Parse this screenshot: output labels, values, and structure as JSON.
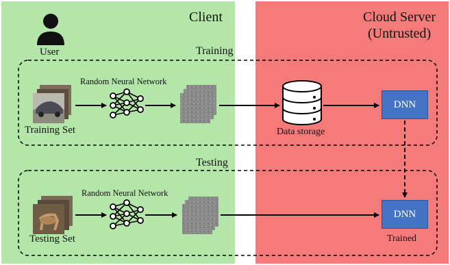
{
  "colors": {
    "client_bg": "#b3e6a8",
    "server_bg": "#f57a7a",
    "dnn_fill": "#4472c4",
    "dnn_border": "#2f528f",
    "noise": "#8a8a8a"
  },
  "client": {
    "title": "Client",
    "user_label": "User"
  },
  "server": {
    "title_line1": "Cloud Server",
    "title_line2": "(Untrusted)"
  },
  "training": {
    "label": "Training",
    "set_label": "Training Set",
    "network_label": "Random Neural Network",
    "storage_label": "Data storage",
    "dnn_label": "DNN"
  },
  "testing": {
    "label": "Testing",
    "set_label": "Testing Set",
    "network_label": "Random Neural Network",
    "dnn_label": "DNN",
    "trained_label": "Trained"
  },
  "icons": {
    "user": "user-icon",
    "network": "neural-network-icon",
    "storage": "database-icon",
    "images": "image-stack-icon",
    "noise": "noise-image-stack-icon"
  }
}
